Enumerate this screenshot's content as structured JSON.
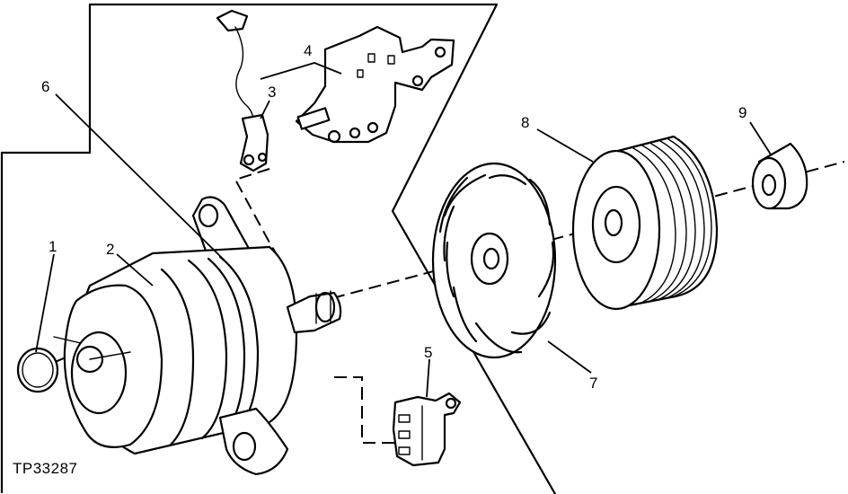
{
  "callouts": {
    "c1": "1",
    "c2": "2",
    "c3": "3",
    "c4": "4",
    "c5": "5",
    "c6": "6",
    "c7": "7",
    "c8": "8",
    "c9": "9"
  },
  "figure_ref": "TP33287"
}
